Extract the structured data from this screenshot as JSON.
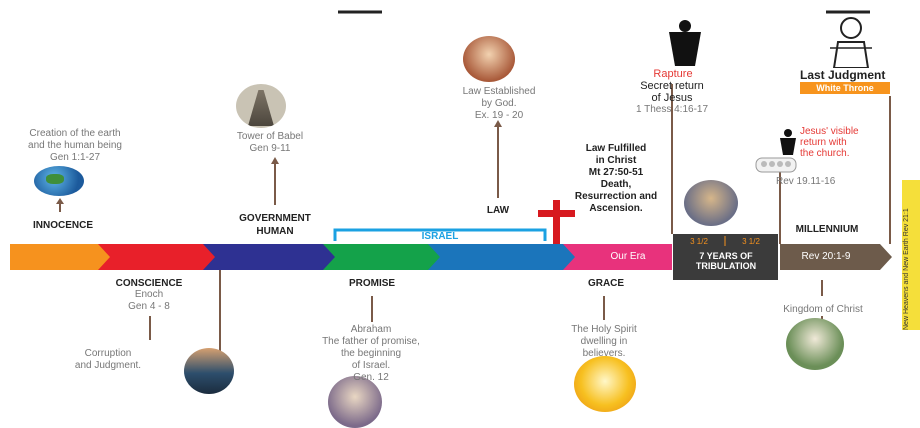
{
  "colors": {
    "arrow_orange": "#f6921e",
    "arrow_red": "#e8202a",
    "arrow_navy": "#2e3192",
    "arrow_green": "#14a24a",
    "arrow_blue": "#1b75bb",
    "arrow_pink": "#e8327c",
    "tribulation_box": "#3b3b3b",
    "millennium_box": "#6d5b4b",
    "white_throne": "#f7941d",
    "connector": "#7a5a48",
    "cross": "#d7191f"
  },
  "dispensations": {
    "innocence": "INNOCENCE",
    "conscience": "CONSCIENCE",
    "government_line1": "GOVERNMENT",
    "government_line2": "HUMAN",
    "promise": "PROMISE",
    "law": "LAW",
    "grace": "GRACE",
    "millennium": "MILLENNIUM"
  },
  "notes": {
    "creation": [
      "Creation of the earth",
      "and the human being",
      "Gen 1:1-27"
    ],
    "enoch": [
      "Enoch",
      "Gen 4 - 8"
    ],
    "corruption": [
      "Corruption",
      "and Judgment."
    ],
    "babel": [
      "Tower of Babel",
      "Gen 9-11"
    ],
    "abraham": [
      "Abraham",
      "The father of promise,",
      "the beginning",
      "of Israel.",
      "Gen. 12"
    ],
    "law_established": [
      "Law Established",
      "by God.",
      "Ex. 19 - 20"
    ],
    "law_fulfilled": [
      "Law Fulfilled",
      "in Christ",
      "Mt 27:50-51",
      "Death,",
      "Resurrection and",
      "Ascension."
    ],
    "holy_spirit": [
      "The Holy Spirit",
      "dwelling in",
      "believers."
    ],
    "rapture_title": "Rapture",
    "rapture": [
      "Secret return",
      "of Jesus"
    ],
    "rapture_ref": "1 Thess 4:16-17",
    "visible_return": [
      "Jesus' visible",
      "return with",
      "the church."
    ],
    "rev19": "Rev 19.11-16",
    "kingdom": "Kingdom of Christ",
    "last_judgment": "Last Judgment",
    "white_throne": "White Throne",
    "side_caption": "New Heavens and New Earth Rev 21:1"
  },
  "timeline": {
    "israel": "ISRAEL",
    "our_era": "Our Era",
    "half_left": "3 1/2",
    "half_right": "3 1/2",
    "tribulation": [
      "7 YEARS OF",
      "TRIBULATION"
    ],
    "millennium_ref": "Rev 20:1-9"
  }
}
